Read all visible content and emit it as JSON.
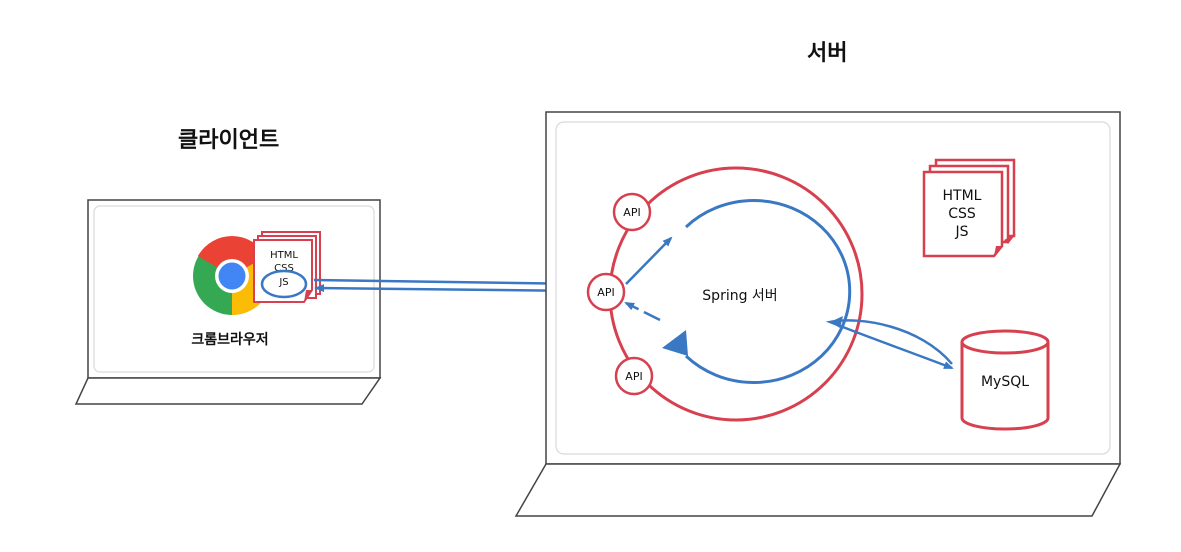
{
  "client": {
    "title": "클라이언트",
    "browser_label": "크롬브라우저",
    "doc_lines": [
      "HTML",
      "CSS",
      "JS"
    ]
  },
  "server": {
    "title": "서버",
    "spring_label": "Spring 서버",
    "api_labels": [
      "API",
      "API",
      "API"
    ],
    "doc_lines": [
      "HTML",
      "CSS",
      "JS"
    ],
    "db_label": "MySQL"
  },
  "colors": {
    "red": "#d6404f",
    "blue": "#3a78c3",
    "frame": "#444444"
  }
}
